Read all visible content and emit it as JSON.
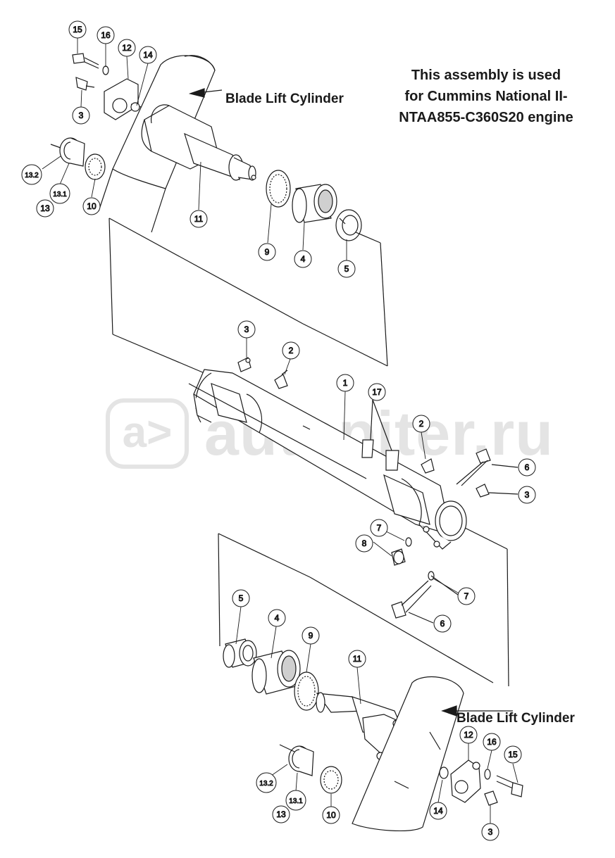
{
  "note": {
    "line1": "This assembly is used",
    "line2": "for Cummins National II-",
    "line3": "NTAA855-C360S20 engine"
  },
  "labels": {
    "top_cylinder": "Blade Lift Cylinder",
    "bottom_cylinder": "Blade Lift Cylinder"
  },
  "watermark": {
    "badge": "a>",
    "text": "autopiter.ru",
    "color": "#e4e4e4"
  },
  "colors": {
    "line": "#1a1a1a",
    "part_fill": "#ffffff",
    "shade": "#cfcfcf"
  },
  "callouts": [
    {
      "id": "c15a",
      "text": "15"
    },
    {
      "id": "c16a",
      "text": "16"
    },
    {
      "id": "c12a",
      "text": "12"
    },
    {
      "id": "c14a",
      "text": "14"
    },
    {
      "id": "c3a",
      "text": "3"
    },
    {
      "id": "c132a",
      "text": "13.2"
    },
    {
      "id": "c131a",
      "text": "13.1"
    },
    {
      "id": "c13a",
      "text": "13"
    },
    {
      "id": "c10a",
      "text": "10"
    },
    {
      "id": "c11a",
      "text": "11"
    },
    {
      "id": "c9a",
      "text": "9"
    },
    {
      "id": "c4a",
      "text": "4"
    },
    {
      "id": "c5a",
      "text": "5"
    },
    {
      "id": "c3b",
      "text": "3"
    },
    {
      "id": "c2a",
      "text": "2"
    },
    {
      "id": "c1",
      "text": "1"
    },
    {
      "id": "c17",
      "text": "17"
    },
    {
      "id": "c2b",
      "text": "2"
    },
    {
      "id": "c6a",
      "text": "6"
    },
    {
      "id": "c3c",
      "text": "3"
    },
    {
      "id": "c7a",
      "text": "7"
    },
    {
      "id": "c8",
      "text": "8"
    },
    {
      "id": "c7b",
      "text": "7"
    },
    {
      "id": "c6b",
      "text": "6"
    },
    {
      "id": "c5b",
      "text": "5"
    },
    {
      "id": "c4b",
      "text": "4"
    },
    {
      "id": "c9b",
      "text": "9"
    },
    {
      "id": "c11b",
      "text": "11"
    },
    {
      "id": "c12b",
      "text": "12"
    },
    {
      "id": "c16b",
      "text": "16"
    },
    {
      "id": "c15b",
      "text": "15"
    },
    {
      "id": "c132b",
      "text": "13.2"
    },
    {
      "id": "c131b",
      "text": "13.1"
    },
    {
      "id": "c13b",
      "text": "13"
    },
    {
      "id": "c10b",
      "text": "10"
    },
    {
      "id": "c14b",
      "text": "14"
    },
    {
      "id": "c3d",
      "text": "3"
    }
  ]
}
